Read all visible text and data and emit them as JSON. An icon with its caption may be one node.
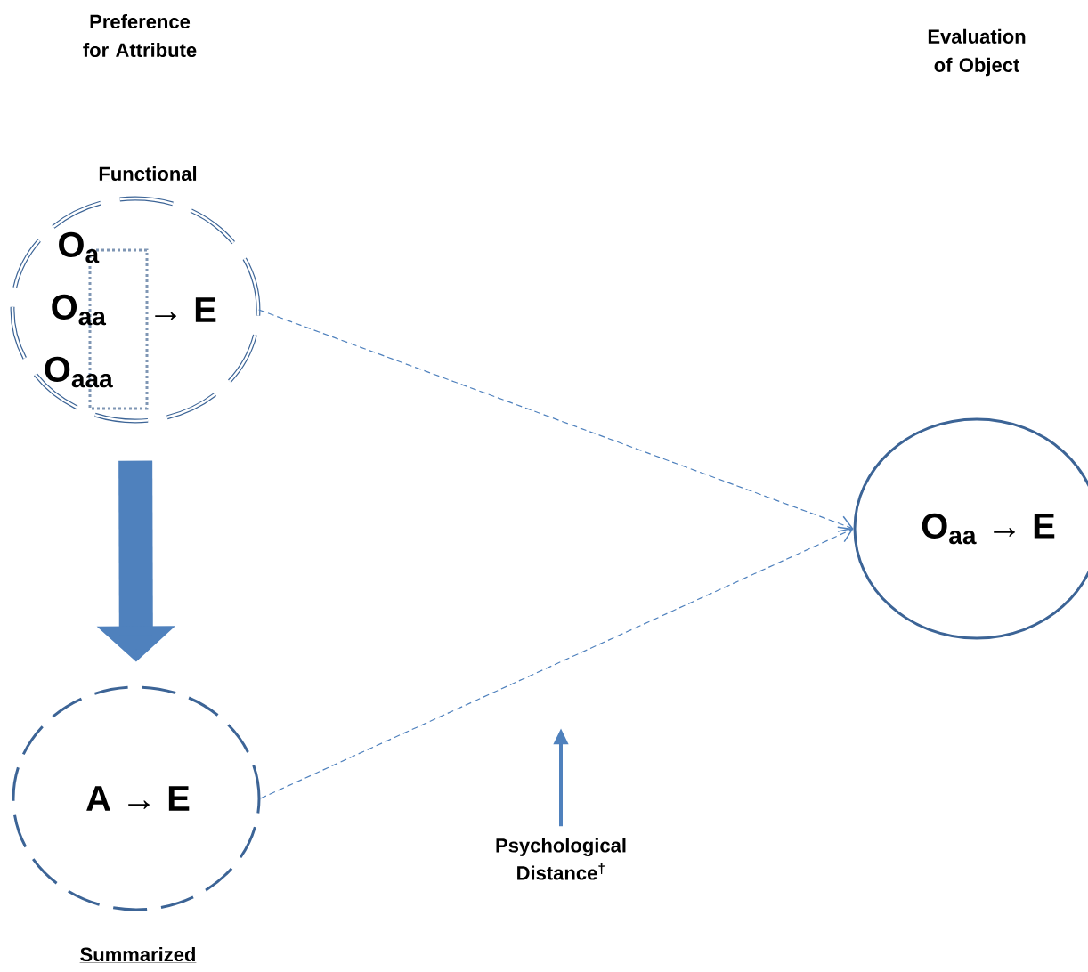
{
  "diagram": {
    "nodes": [
      {
        "text": [
          "Functional",
          "O$_{a}$",
          "O$_{aa}$",
          "O$_{aaa}$",
          "→ E"
        ]
      },
      {
        "text": [
          "A → E",
          "Summarized"
        ]
      },
      {
        "text": [
          "O$_{aa}$ → E"
        ]
      },
      {
        "text": [
          "Psychological Distance$^{†}$"
        ]
      }
    ],
    "edges": [
      {
        "from": 0,
        "to": 2,
        "arrow": "to",
        "style": "dashed"
      },
      {
        "from": 1,
        "to": 2,
        "arrow": "to",
        "style": "dashed"
      },
      {
        "from": 0,
        "to": 1,
        "arrow": "to",
        "style": "thick"
      },
      {
        "from": 3,
        "to": null,
        "arrow": "to",
        "style": "thick"
      }
    ],
    "labels": [
      "Preference for Attribute",
      "Evaluation of Object"
    ]
  }
}
